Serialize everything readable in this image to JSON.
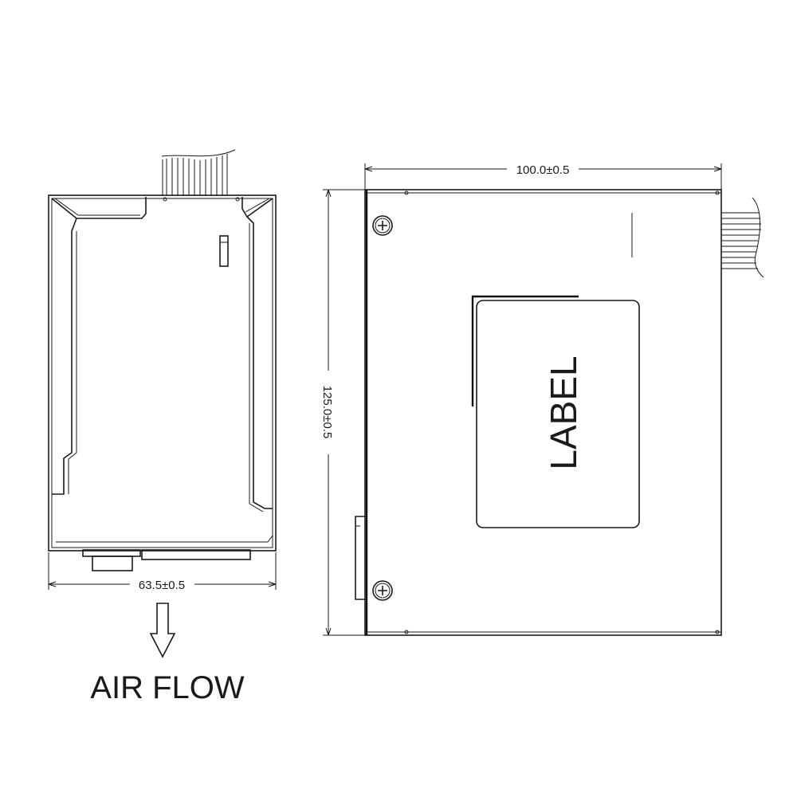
{
  "dimensions": {
    "width": "63.5±0.5",
    "length": "100.0±0.5",
    "height": "125.0±0.5"
  },
  "label_text": "LABEL",
  "airflow_text": "AIR FLOW",
  "colors": {
    "line": "#1a1a1a",
    "background": "#ffffff"
  },
  "icons": [
    "screw-icon",
    "arrow-down-icon"
  ]
}
